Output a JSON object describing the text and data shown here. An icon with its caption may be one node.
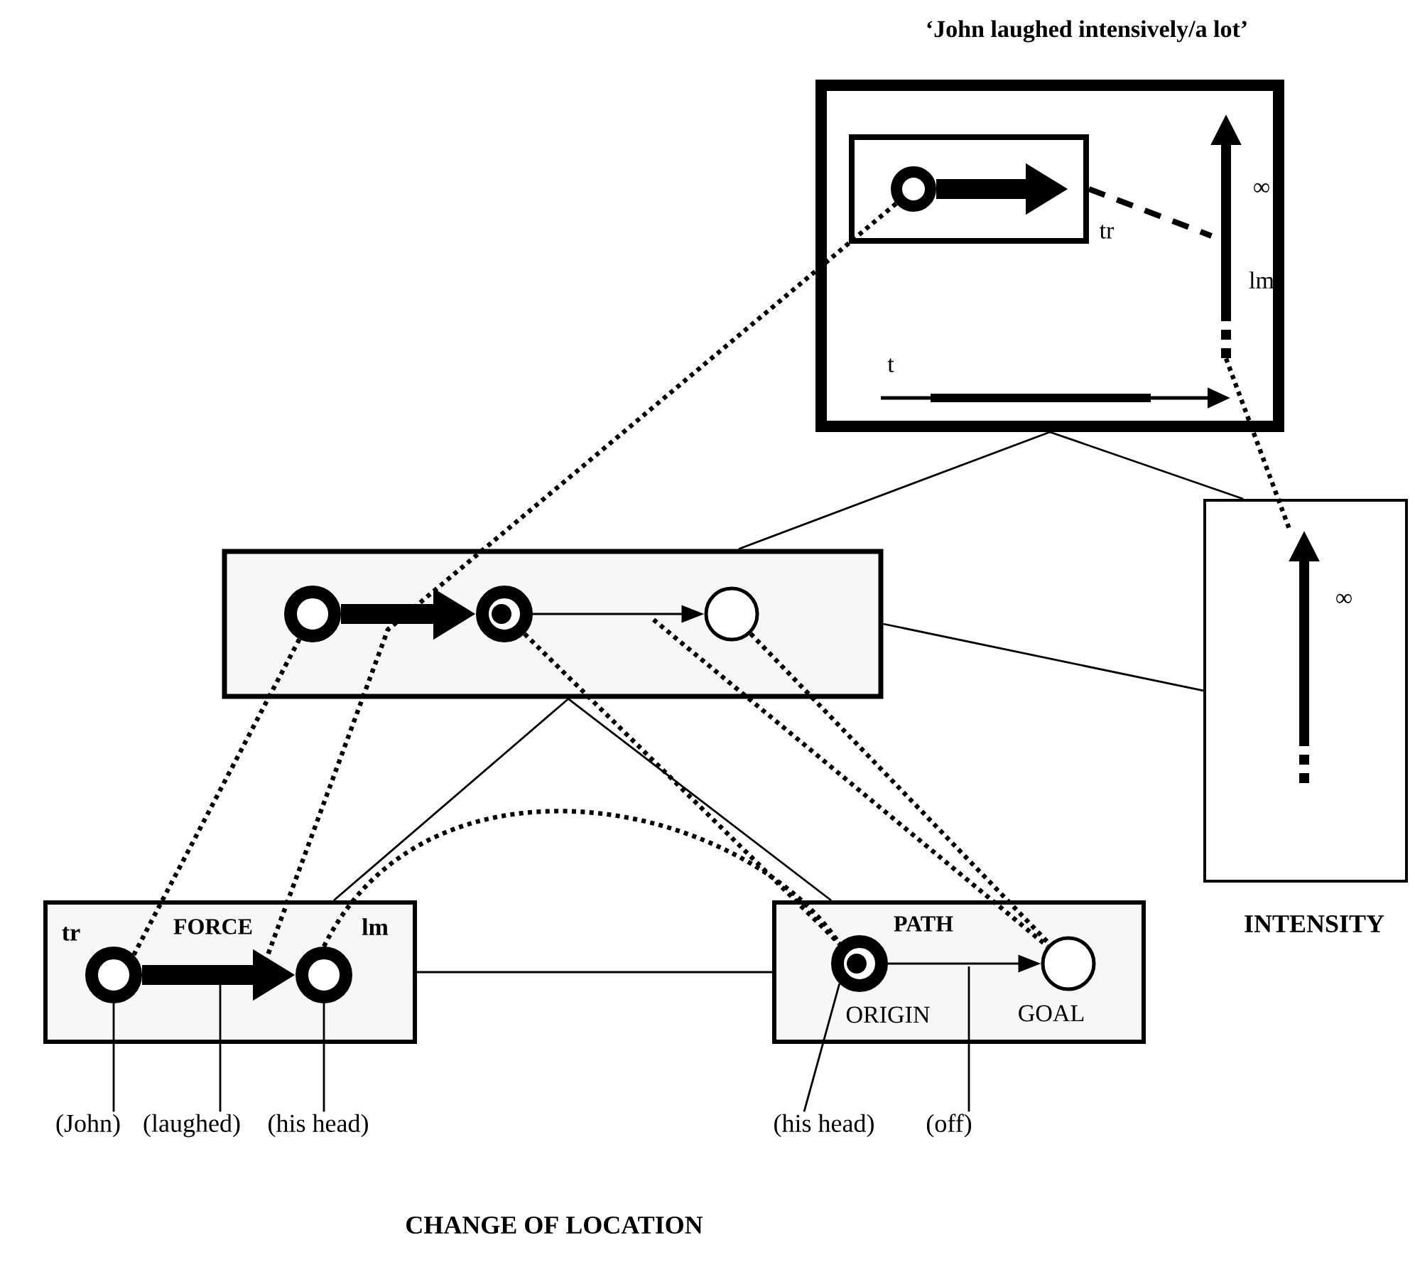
{
  "diagram": {
    "caption": "CHANGE OF LOCATION",
    "nodes": [
      {
        "text": [
          "‘John laughed intensively/a lot’"
        ]
      },
      {
        "text": [],
        "shape": "box",
        "in": 0,
        "beside": [
          "tr"
        ]
      },
      {
        "text": [],
        "shape": "circle",
        "in": 1
      },
      {
        "text": [],
        "shape": "arrow",
        "in": 0,
        "beside": [
          "∞",
          "lm"
        ]
      },
      {
        "text": [],
        "shape": "box"
      },
      {
        "text": [],
        "shape": "circle",
        "in": 4
      },
      {
        "text": [],
        "shape": "circle",
        "in": 4
      },
      {
        "text": [],
        "shape": "circle",
        "in": 4
      },
      {
        "text": [
          "INTENSITY"
        ]
      },
      {
        "text": [],
        "shape": "arrow",
        "in": 8,
        "beside": [
          "∞"
        ]
      },
      {
        "text": [
          "FORCE"
        ]
      },
      {
        "text": [],
        "shape": "circle",
        "in": 10,
        "beside": [
          "tr"
        ]
      },
      {
        "text": [],
        "shape": "circle",
        "in": 10,
        "beside": [
          "lm"
        ]
      },
      {
        "text": [
          "PATH"
        ]
      },
      {
        "text": [],
        "shape": "circle",
        "in": 13,
        "beside": [
          "ORIGIN"
        ]
      },
      {
        "text": [],
        "shape": "circle",
        "in": 13,
        "beside": [
          "GOAL"
        ]
      },
      {
        "text": [
          "(John)"
        ]
      },
      {
        "text": [
          "(laughed)"
        ]
      },
      {
        "text": [
          "(his head)"
        ]
      },
      {
        "text": [
          "(his head)"
        ]
      },
      {
        "text": [
          "(off)"
        ]
      }
    ],
    "edges": [
      {
        "from": 0,
        "to": 4,
        "arrow": "none"
      },
      {
        "from": 0,
        "to": 8,
        "arrow": "none"
      },
      {
        "from": 4,
        "to": 8,
        "arrow": "none"
      },
      {
        "from": 4,
        "to": 10,
        "arrow": "none"
      },
      {
        "from": 4,
        "to": 13,
        "arrow": "none"
      },
      {
        "from": 10,
        "to": 13,
        "arrow": "none"
      },
      {
        "from": 2,
        "to": null,
        "arrow": "to",
        "style": "thick"
      },
      {
        "from": 1,
        "to": 3,
        "arrow": "none",
        "style": "dashed"
      },
      {
        "from": 5,
        "to": 6,
        "arrow": "to",
        "style": "thick"
      },
      {
        "from": 6,
        "to": 7,
        "arrow": "to"
      },
      {
        "from": 11,
        "to": 12,
        "arrow": "to",
        "style": "thick"
      },
      {
        "from": 14,
        "to": 15,
        "arrow": "to"
      },
      {
        "from": 2,
        "to": null,
        "arrow": "none",
        "style": "dashed"
      },
      {
        "from": 5,
        "to": 11,
        "arrow": "none",
        "style": "dashed"
      },
      {
        "from": 6,
        "to": 14,
        "arrow": "none",
        "style": "dashed"
      },
      {
        "from": null,
        "to": 15,
        "arrow": "none",
        "style": "dashed"
      },
      {
        "from": 7,
        "to": 15,
        "arrow": "none",
        "style": "dashed"
      },
      {
        "from": 12,
        "to": 14,
        "arrow": "none",
        "style": "dashed"
      },
      {
        "from": 3,
        "to": 9,
        "arrow": "none",
        "style": "dashed"
      },
      {
        "from": 16,
        "to": 11,
        "arrow": "none"
      },
      {
        "from": 17,
        "to": null,
        "arrow": "none"
      },
      {
        "from": 18,
        "to": 12,
        "arrow": "none"
      },
      {
        "from": 19,
        "to": 14,
        "arrow": "none"
      },
      {
        "from": 20,
        "to": null,
        "arrow": "none"
      }
    ],
    "labels": [
      "t"
    ]
  }
}
